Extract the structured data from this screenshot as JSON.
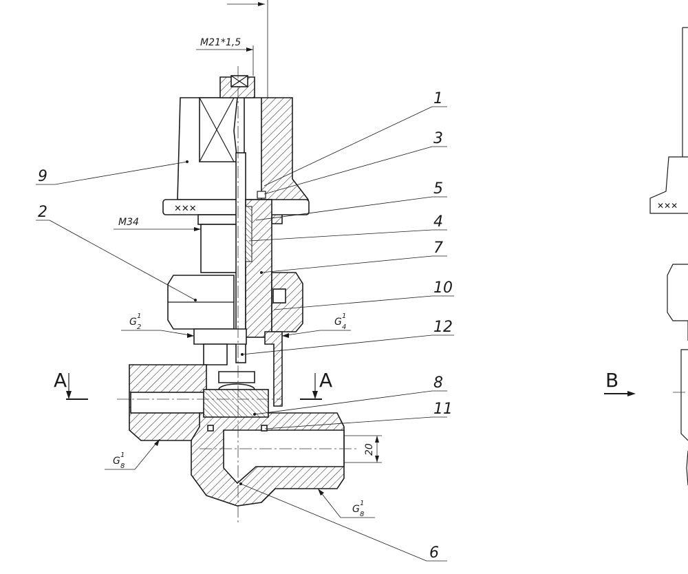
{
  "callouts": [
    "1",
    "3",
    "5",
    "4",
    "7",
    "10",
    "12",
    "8",
    "11",
    "6",
    "9",
    "2"
  ],
  "dimensions": {
    "thread_stem": "M21*1,5",
    "thread_nut": "M34",
    "length": "20"
  },
  "pipe_threads": {
    "g_half": {
      "main": "G",
      "num": "1",
      "den": "2"
    },
    "g_quarter": {
      "main": "G",
      "num": "1",
      "den": "4"
    },
    "g_eighth_left": {
      "main": "G",
      "num": "1",
      "den": "8"
    },
    "g_eighth_right": {
      "main": "G",
      "num": "1",
      "den": "8"
    }
  },
  "section_marks": {
    "left": "A",
    "right": "A",
    "view": "B"
  },
  "colors": {
    "ink": "#1a1a1a",
    "paper": "#ffffff"
  }
}
